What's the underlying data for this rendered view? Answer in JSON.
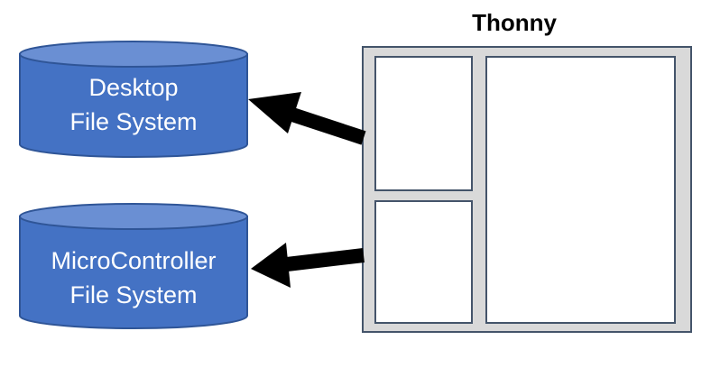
{
  "thonny": {
    "title": "Thonny"
  },
  "desktop_fs": {
    "line1": "Desktop",
    "line2": "File System"
  },
  "micro_fs": {
    "line1": "MicroController",
    "line2": "File System"
  },
  "colors": {
    "cylinder_fill": "#4472C4",
    "cylinder_stroke": "#2F5597",
    "window_frame": "#D9D9D9",
    "window_stroke": "#44546A",
    "pane_fill": "#FFFFFF",
    "arrow": "#000000"
  }
}
